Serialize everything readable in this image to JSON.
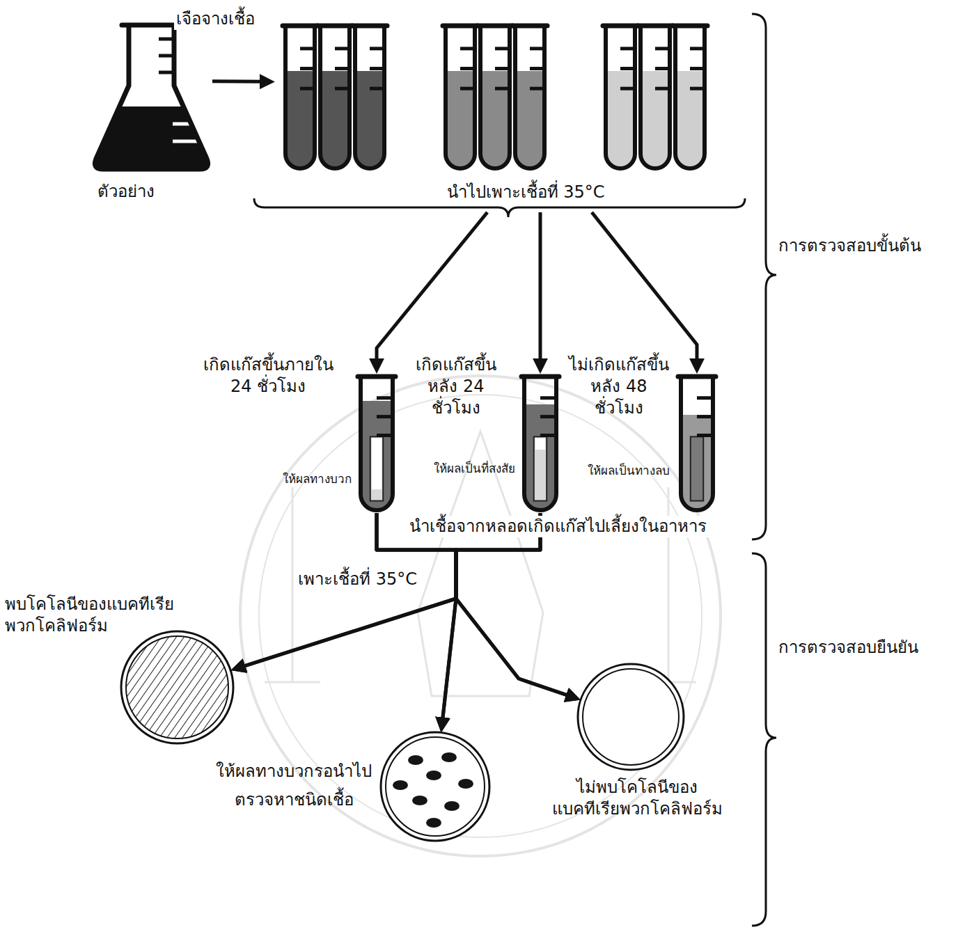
{
  "diagram": {
    "nodes": [
      {
        "text": [
          "ตัวอย่าง"
        ]
      },
      {
        "text": [
          "นำไปเพาะเชื้อที่ 35°C"
        ]
      },
      {
        "text": [
          "เกิดแก๊สขึ้นภายใน 24 ชั่วโมง",
          "ให้ผลทางบวก"
        ]
      },
      {
        "text": [
          "เกิดแก๊สขึ้น หลัง 24 ชั่วโมง",
          "ให้ผลเป็นที่สงสัย"
        ]
      },
      {
        "text": [
          "ไม่เกิดแก๊สขึ้น หลัง 48 ชั่วโมง",
          "ให้ผลเป็นทางลบ"
        ]
      },
      {
        "text": [
          "พบโคโลนีของแบคทีเรีย พวกโคลิฟอร์ม"
        ]
      },
      {
        "text": [
          "ให้ผลทางบวกรอนำไป ตรวจหาชนิดเชื้อ"
        ]
      },
      {
        "text": [
          "ไม่พบโคโลนีของ แบคทีเรียพวกโคลิฟอร์ม"
        ]
      }
    ],
    "edges": [
      {
        "from": 0,
        "to": 1,
        "arrow": "to",
        "label": "เจือจางเชื้อ"
      },
      {
        "from": 1,
        "to": 2,
        "arrow": "to"
      },
      {
        "from": 1,
        "to": 3,
        "arrow": "to"
      },
      {
        "from": 1,
        "to": 4,
        "arrow": "to"
      },
      {
        "from": 2,
        "to": 5,
        "arrow": "to"
      },
      {
        "from": 2,
        "to": 6,
        "arrow": "to"
      },
      {
        "from": 2,
        "to": 7,
        "arrow": "to"
      },
      {
        "from": 3,
        "to": 5,
        "arrow": "to"
      },
      {
        "from": 3,
        "to": 6,
        "arrow": "to"
      },
      {
        "from": 3,
        "to": 7,
        "arrow": "to"
      }
    ],
    "labels": [
      "นำเชื้อจากหลอดเกิดแก๊สไปเลี้ยงในอาหาร",
      "เพาะเชื้อที่ 35°C",
      "การตรวจสอบขั้นต้น",
      "การตรวจสอบยืนยัน"
    ]
  }
}
